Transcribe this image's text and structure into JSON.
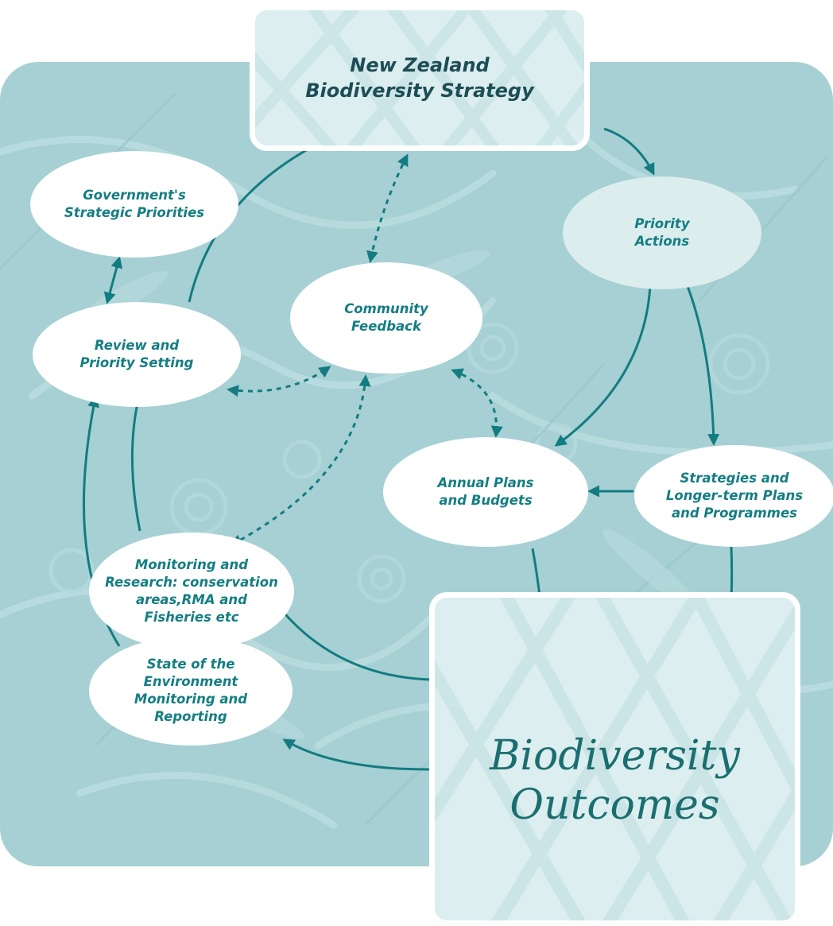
{
  "title": "New Zealand\nBiodiversity Strategy",
  "outcomes": "Biodiversity\nOutcomes",
  "nodes": {
    "government": "Government's\nStrategic Priorities",
    "priority_actions": "Priority\nActions",
    "community": "Community\nFeedback",
    "review": "Review and\nPriority Setting",
    "annual_plans": "Annual Plans\nand Budgets",
    "strategies": "Strategies and\nLonger-term Plans\nand Programmes",
    "monitoring": "Monitoring and\nResearch: conservation\nareas,RMA and\nFisheries etc",
    "state_env": "State of the\nEnvironment\nMonitoring and\nReporting"
  },
  "colors": {
    "background": "#a6d0d4",
    "arrow": "#137c80",
    "node_text": "#147e83",
    "title_text": "#1d4d55"
  }
}
